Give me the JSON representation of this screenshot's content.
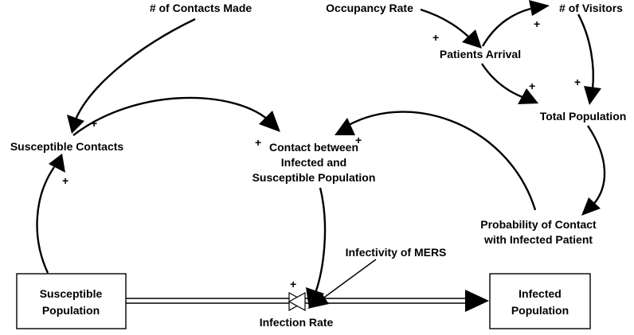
{
  "diagram": {
    "stocks": {
      "susceptible_population": [
        "Susceptible",
        "Population"
      ],
      "infected_population": [
        "Infected",
        "Population"
      ]
    },
    "flow": {
      "infection_rate": "Infection Rate"
    },
    "variables": {
      "contacts_made": "# of Contacts Made",
      "occupancy_rate": "Occupancy Rate",
      "visitors": "# of Visitors",
      "patients_arrival": "Patients Arrival",
      "total_population": "Total Population",
      "susceptible_contacts": "Susceptible Contacts",
      "contact_between": [
        "Contact between",
        "Infected and",
        "Susceptible Population"
      ],
      "probability_contact": [
        "Probability of Contact",
        "with Infected Patient"
      ],
      "infectivity": "Infectivity of MERS"
    },
    "polarity": "+"
  }
}
